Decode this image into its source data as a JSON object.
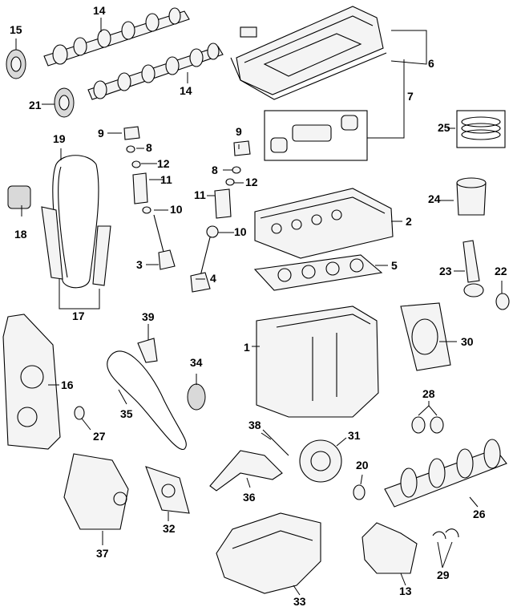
{
  "callouts": {
    "c1": "1",
    "c2": "2",
    "c3": "3",
    "c4": "4",
    "c5": "5",
    "c6": "6",
    "c7": "7",
    "c8a": "8",
    "c8b": "8",
    "c9a": "9",
    "c9b": "9",
    "c10a": "10",
    "c10b": "10",
    "c11a": "11",
    "c11b": "11",
    "c12a": "12",
    "c12b": "12",
    "c13": "13",
    "c14a": "14",
    "c14b": "14",
    "c15": "15",
    "c16": "16",
    "c17": "17",
    "c18": "18",
    "c19": "19",
    "c20": "20",
    "c21": "21",
    "c22": "22",
    "c23": "23",
    "c24": "24",
    "c25": "25",
    "c26": "26",
    "c27": "27",
    "c28": "28",
    "c29": "29",
    "c30": "30",
    "c31": "31",
    "c32": "32",
    "c33": "33",
    "c34": "34",
    "c35": "35",
    "c36": "36",
    "c37": "37",
    "c38": "38",
    "c39": "39"
  }
}
